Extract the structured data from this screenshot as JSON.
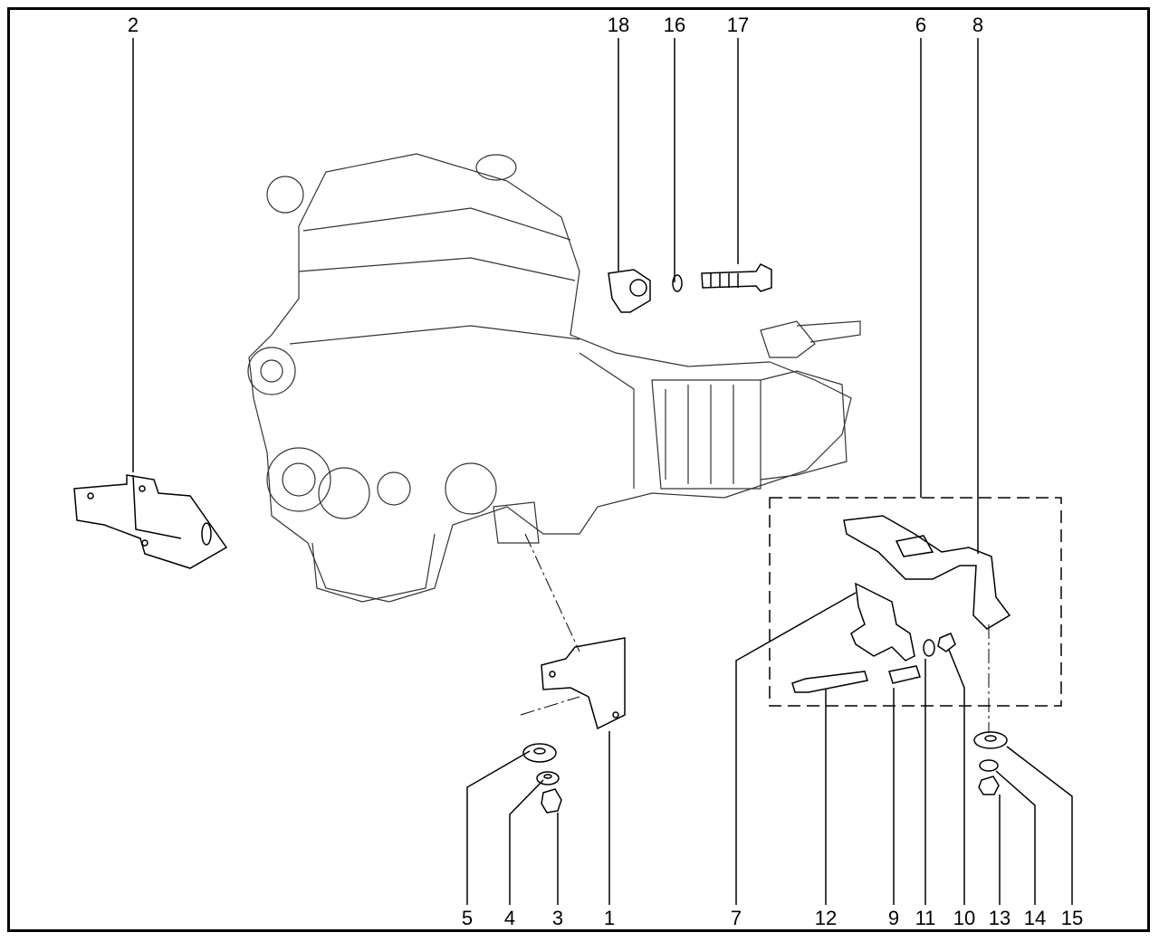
{
  "title_labels": {
    "p1": "1",
    "p2": "2",
    "p3": "3",
    "p4": "4",
    "p5": "5",
    "p6": "6",
    "p7": "7",
    "p8": "8",
    "p9": "9",
    "p10": "10",
    "p11": "11",
    "p12": "12",
    "p13": "13",
    "p14": "14",
    "p15": "15",
    "p16": "16",
    "p17": "17",
    "p18": "18"
  }
}
